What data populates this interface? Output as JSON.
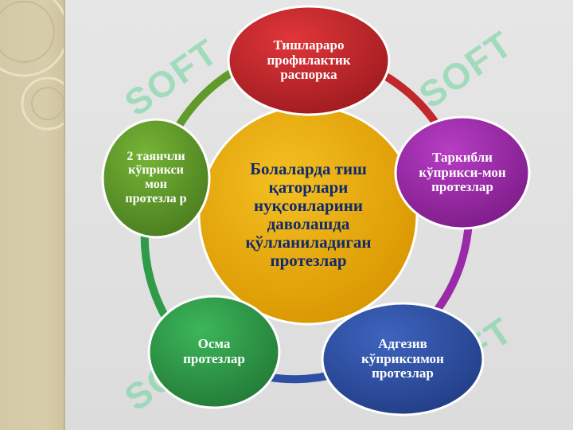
{
  "center": {
    "text": "Болаларда тиш қаторлари нуқсонларини даволашда қўлланиладиган протезлар",
    "color": "#e3a400"
  },
  "nodes": [
    {
      "id": "top",
      "text": "Тишлараро профилактик распорка",
      "color": "#c0282c"
    },
    {
      "id": "right",
      "text": "Таркибли кўприкси-мон протезлар",
      "color": "#9b2aa8"
    },
    {
      "id": "bottom-right",
      "text": "Адгезив кўприксимон протезлар",
      "color": "#2e4fa3"
    },
    {
      "id": "bottom-left",
      "text": "Осма протезлар",
      "color": "#2e9b48"
    },
    {
      "id": "left",
      "text": "2 таянчли кўприкси мон протезла р",
      "color": "#5f9a2a"
    }
  ],
  "ring_colors": [
    "#c0282c",
    "#9b2aa8",
    "#2e4fa3",
    "#2e9b48",
    "#5f9a2a"
  ],
  "watermark": "SOFT"
}
